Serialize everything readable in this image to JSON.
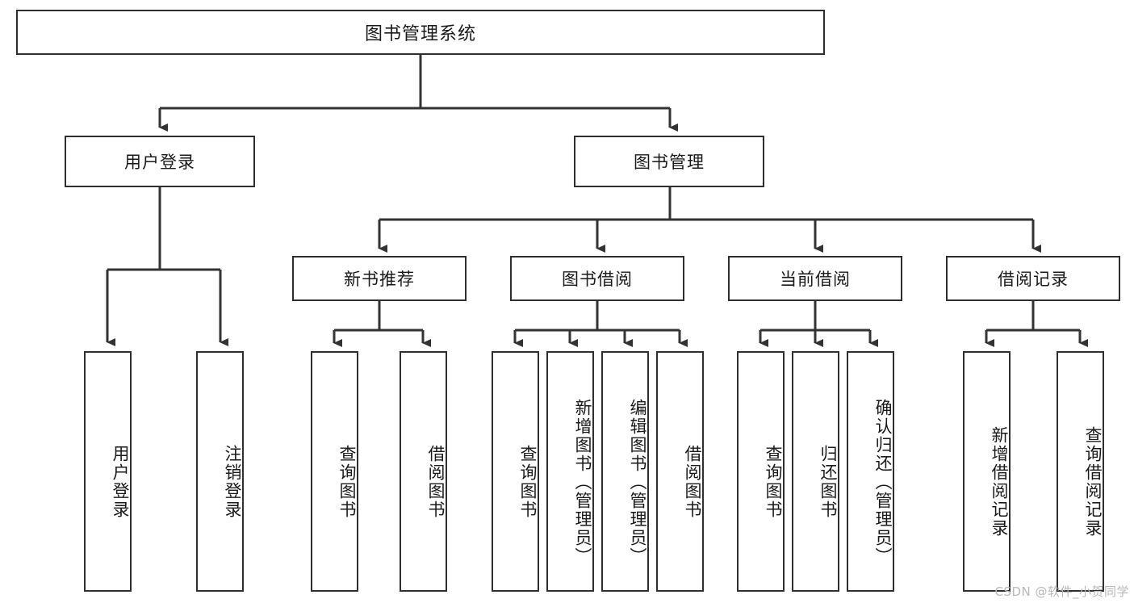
{
  "diagram": {
    "title": "图书管理系统",
    "type": "hierarchy-tree",
    "levels": 4,
    "root": {
      "label": "图书管理系统"
    },
    "level2": [
      {
        "label": "用户登录"
      },
      {
        "label": "图书管理"
      }
    ],
    "level3": [
      {
        "label": "新书推荐"
      },
      {
        "label": "图书借阅"
      },
      {
        "label": "当前借阅"
      },
      {
        "label": "借阅记录"
      }
    ],
    "leaves": {
      "user_login": [
        {
          "label": "用户登录"
        },
        {
          "label": "注销登录"
        }
      ],
      "new_book_recommend": [
        {
          "label": "查询图书"
        },
        {
          "label": "借阅图书"
        }
      ],
      "book_borrow": [
        {
          "label": "查询图书"
        },
        {
          "label": "新增图书（管理员）"
        },
        {
          "label": "编辑图书（管理员）"
        },
        {
          "label": "借阅图书"
        }
      ],
      "current_borrow": [
        {
          "label": "查询图书"
        },
        {
          "label": "归还图书"
        },
        {
          "label": "确认归还（管理员）"
        }
      ],
      "borrow_record": [
        {
          "label": "新增借阅记录"
        },
        {
          "label": "查询借阅记录"
        }
      ]
    }
  },
  "watermark": {
    "text": "CSDN @软件_小贺同学"
  },
  "colors": {
    "box_border": "#2f2f2f",
    "box_fill": "#ffffff",
    "text": "#1a1a1a",
    "connector": "#333333",
    "watermark": "#b9b9b9"
  }
}
